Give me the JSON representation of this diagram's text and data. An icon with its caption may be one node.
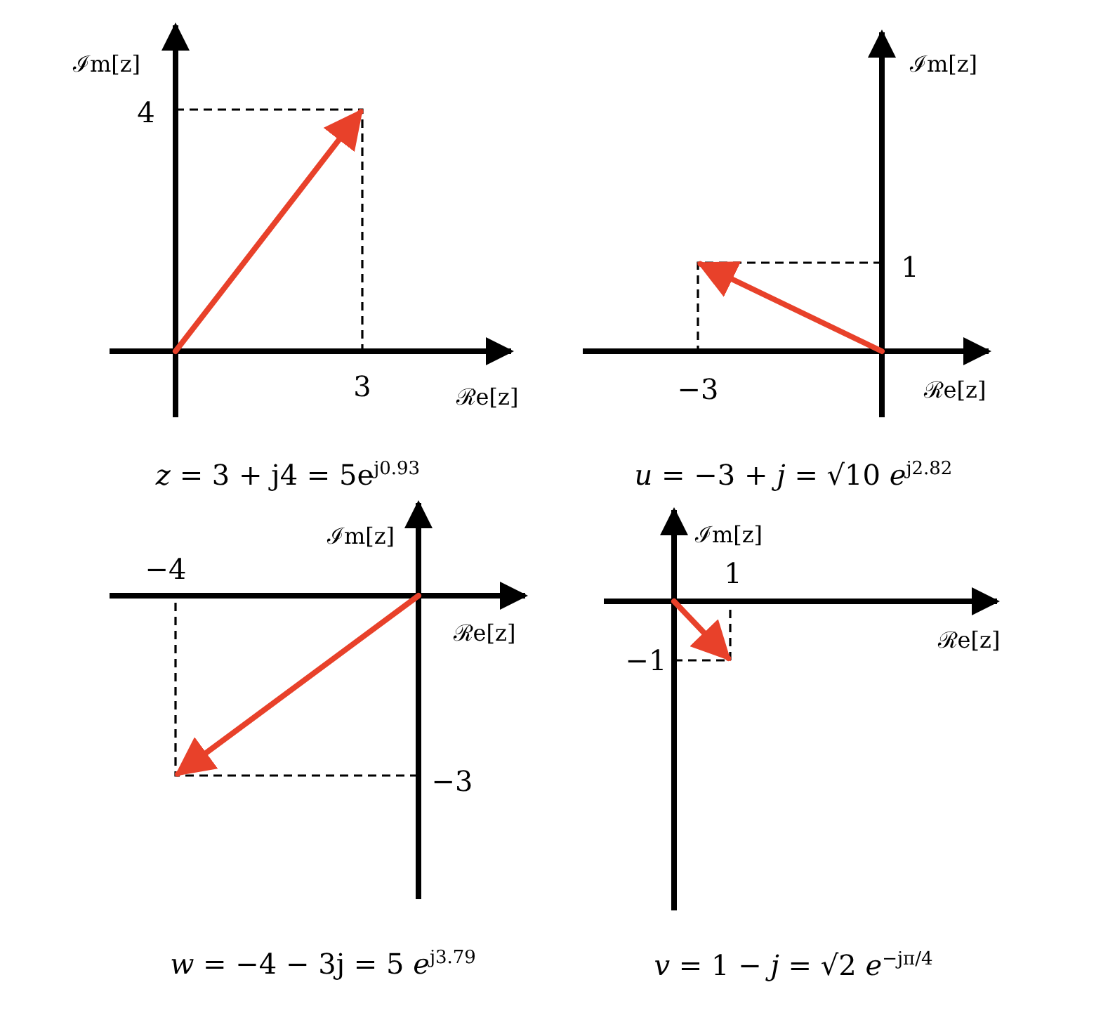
{
  "diagram": {
    "labels": [
      "ℐm[z]",
      "4",
      "3",
      "ℛe[z]",
      "*z* = 3 + j4 = 5e$^{j0.93}$",
      "ℐm[z]",
      "1",
      "−3",
      "ℛe[z]",
      "*u* = −3 + *j* = √10 *e*$^{j2.82}$",
      "ℐm[z]",
      "−4",
      "ℛe[z]",
      "−3",
      "*w* = −4 − 3j = 5 *e*$^{j3.79}$",
      "ℐm[z]",
      "1",
      "ℛe[z]",
      "−1",
      "*v* = 1 − *j* = √2 *e*$^{−jπ/4}$"
    ]
  }
}
